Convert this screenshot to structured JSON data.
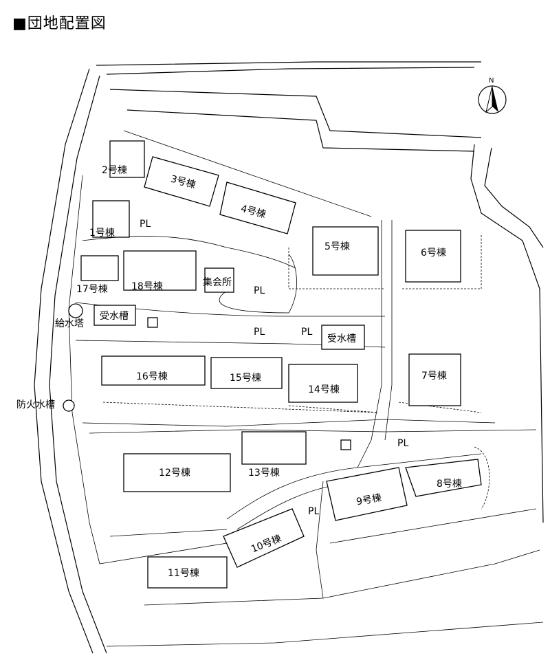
{
  "title": "■団地配置図",
  "compass": {
    "label": "N"
  },
  "buildings": {
    "b1": "1号棟",
    "b2": "2号棟",
    "b3": "3号棟",
    "b4": "4号棟",
    "b5": "5号棟",
    "b6": "6号棟",
    "b7": "7号棟",
    "b8": "8号棟",
    "b9": "9号棟",
    "b10": "10号棟",
    "b11": "11号棟",
    "b12": "12号棟",
    "b13": "13号棟",
    "b14": "14号棟",
    "b15": "15号棟",
    "b16": "16号棟",
    "b17": "17号棟",
    "b18": "18号棟"
  },
  "facilities": {
    "meeting_hall": "集会所",
    "water_tank_left": "受水槽",
    "water_tank_right": "受水槽",
    "water_tower": "給水塔",
    "fire_cistern": "防火水槽"
  },
  "playlots": [
    "PL",
    "PL",
    "PL",
    "PL",
    "PL",
    "PL"
  ]
}
